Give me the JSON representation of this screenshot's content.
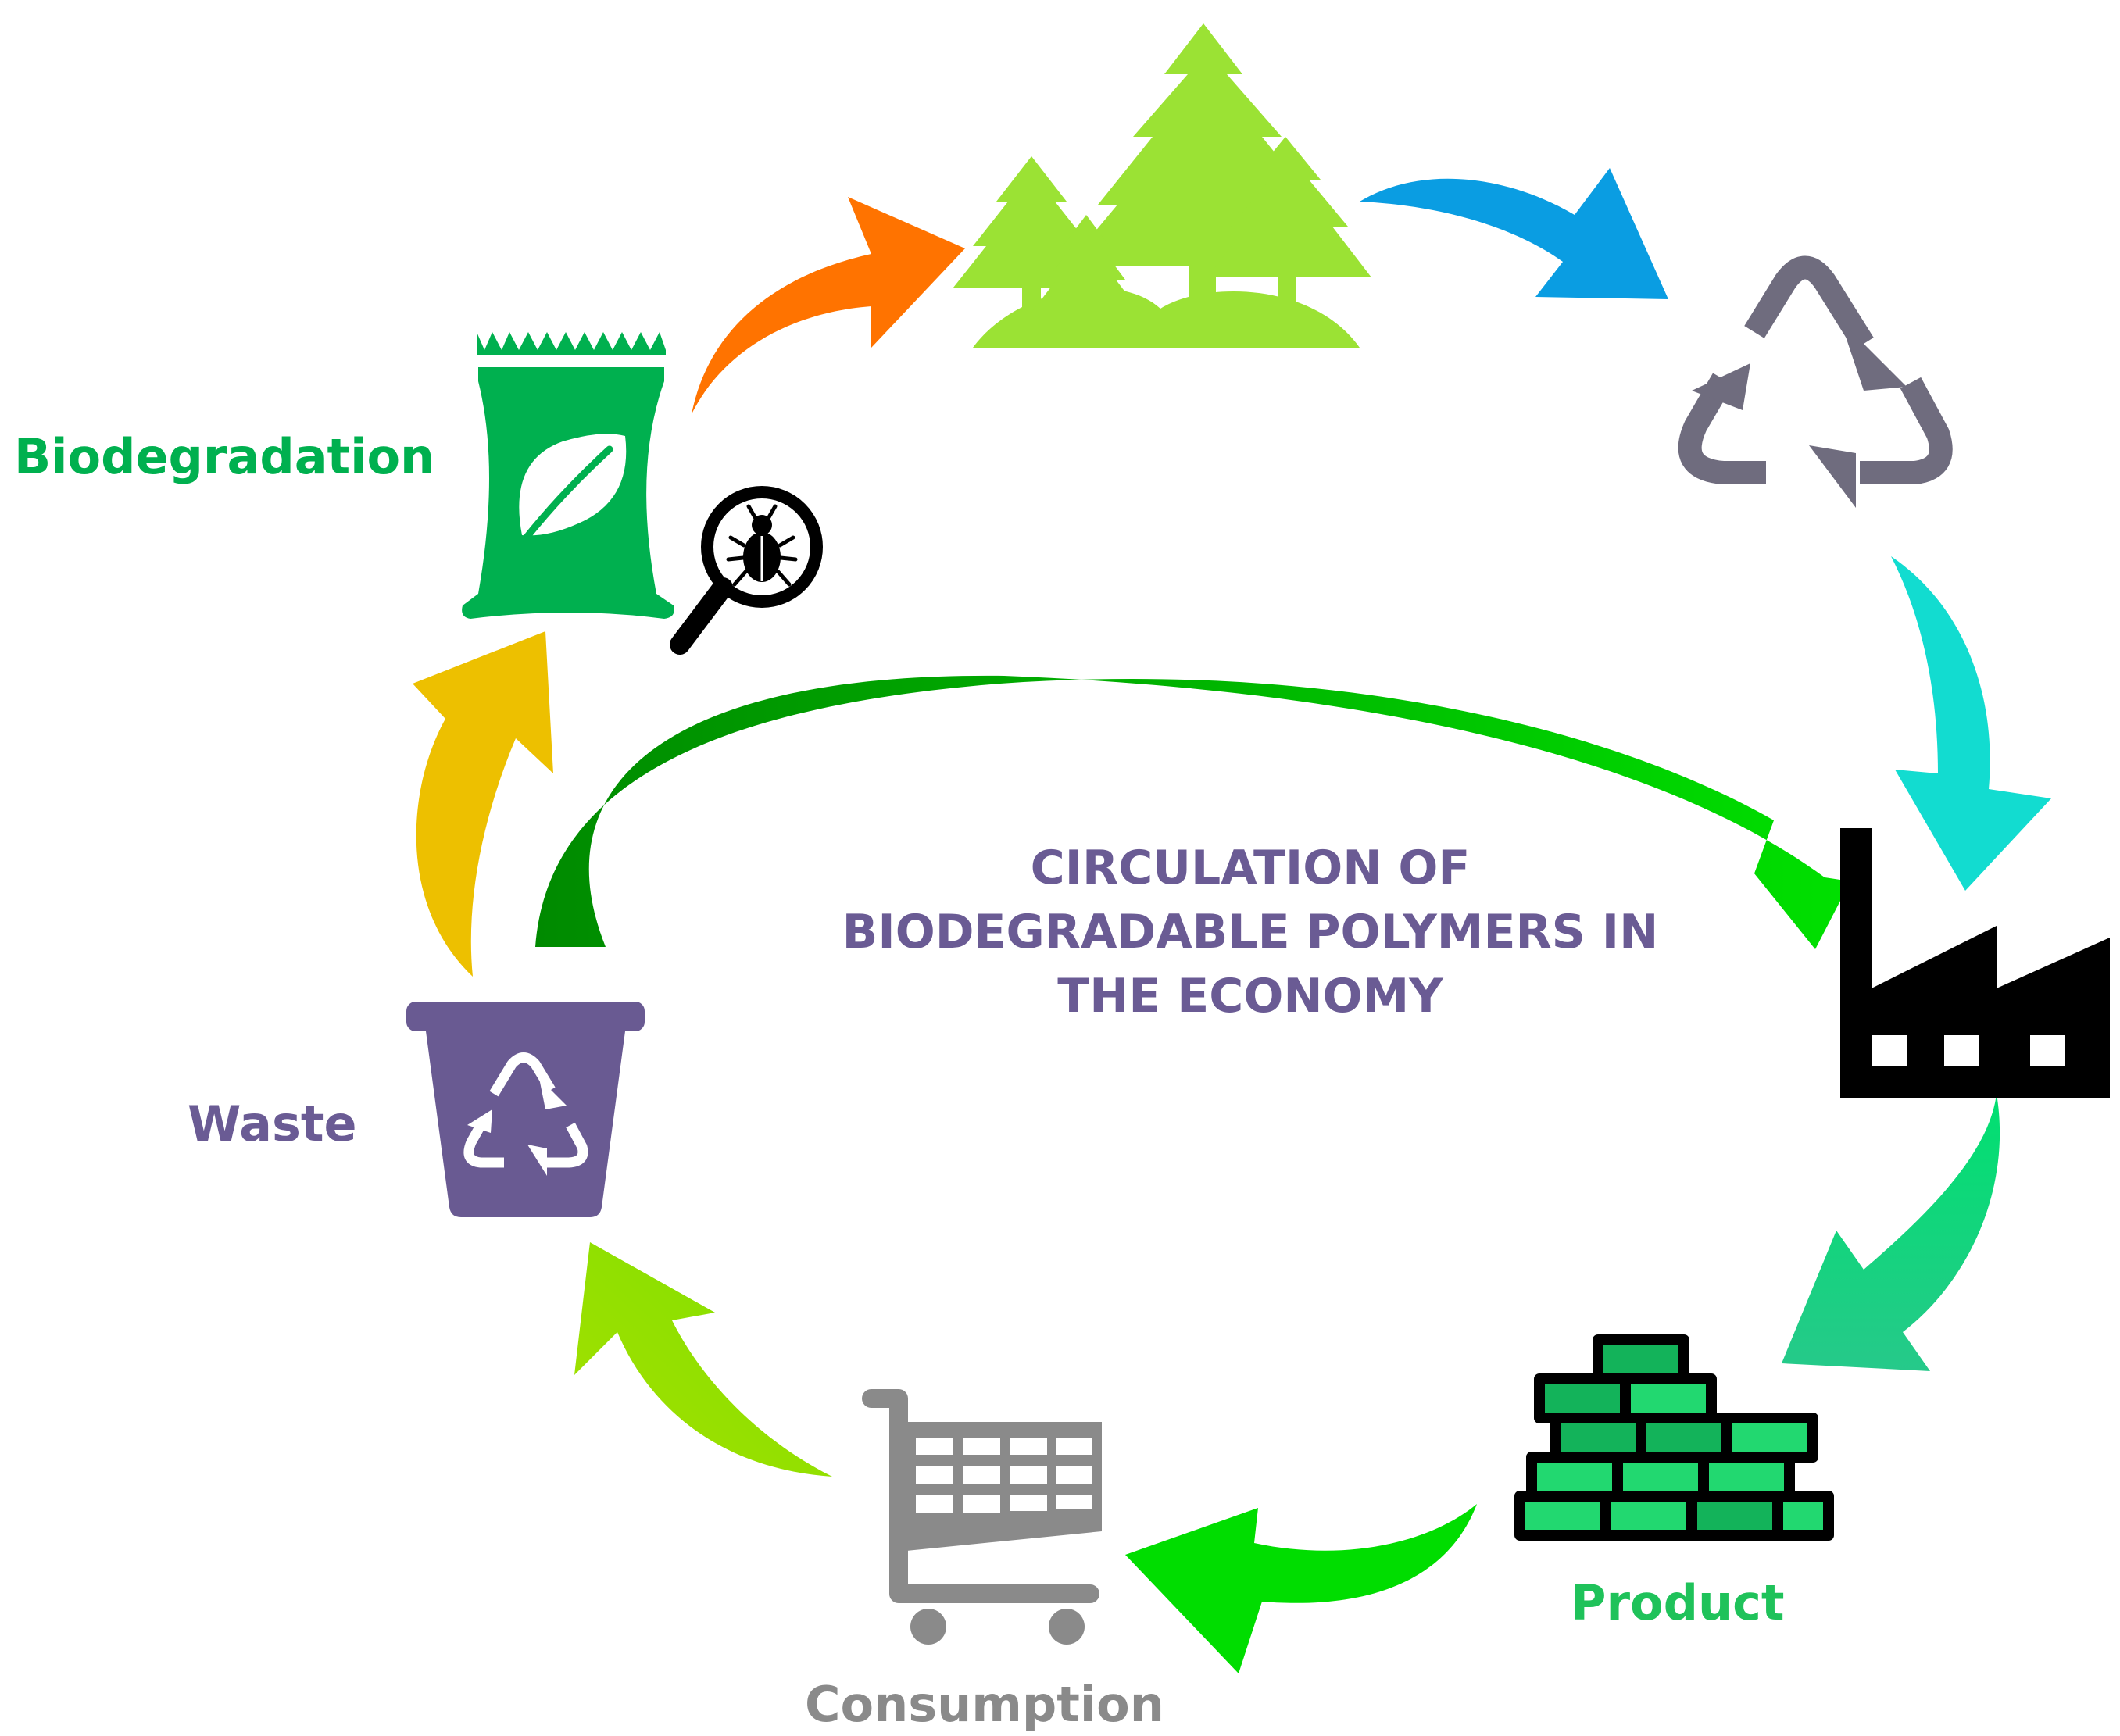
{
  "title": {
    "lines": [
      "CIRCULATION OF",
      "BIODEGRADABLE POLYMERS IN",
      "THE ECONOMY"
    ]
  },
  "labels": {
    "biodegradation": "Biodegradation",
    "waste": "Waste",
    "product": "Product",
    "consumption": "Consumption"
  },
  "icons": [
    "forest-icon",
    "recycle-icon",
    "factory-icon",
    "bricks-icon",
    "shopping-cart-icon",
    "waste-bin-icon",
    "compost-bag-icon",
    "magnifier-bug-icon"
  ],
  "colors": {
    "title": "#6a5b94",
    "biodegradation": "#00b04f",
    "waste": "#6a5b94",
    "product": "#1fc25a",
    "consumption": "#8a8a8a",
    "forest": "#9be234",
    "recycle": "#6f6c7e",
    "factory": "#000000",
    "bricks": "#22c45f",
    "cart": "#8a8a8a",
    "bin": "#695a92",
    "bag": "#00b04f",
    "arrow_orange": "#ff7300",
    "arrow_blue": "#0a9de2",
    "arrow_cyan": "#12dcd0",
    "arrow_teal": "#12d27a",
    "arrow_green": "#00dd00",
    "arrow_lime": "#8ee000",
    "arrow_yellow": "#edc000",
    "arrow_center": "#00c000"
  }
}
